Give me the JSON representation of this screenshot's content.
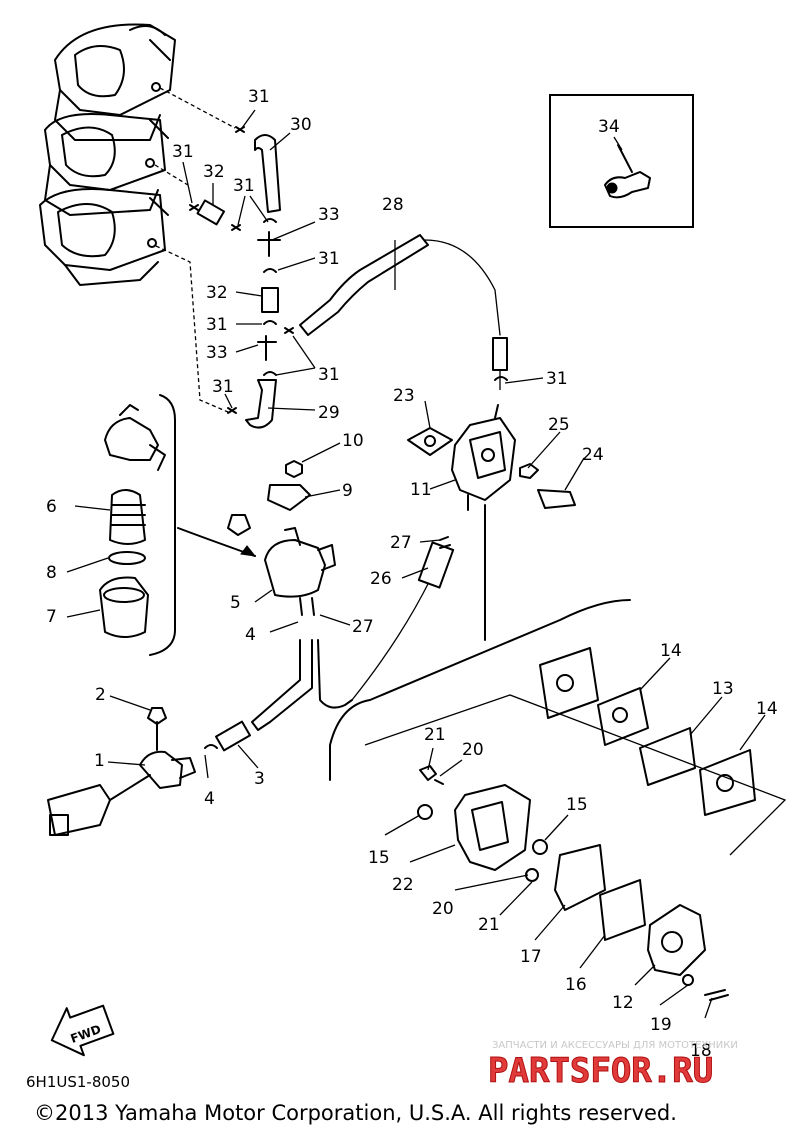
{
  "diagram": {
    "part_code": "6H1US1-8050",
    "copyright": "©2013 Yamaha Motor Corporation, U.S.A. All rights reserved.",
    "fwd_label": "FWD",
    "watermark": {
      "tagline": "ЗАПЧАСТИ И АКСЕССУАРЫ ДЛЯ МОТОТЕХНИКИ",
      "brand": "PARTSFOR.RU"
    },
    "callouts": {
      "c1": "1",
      "c2": "2",
      "c3": "3",
      "c4a": "4",
      "c4b": "4",
      "c5": "5",
      "c6": "6",
      "c7": "7",
      "c8": "8",
      "c9": "9",
      "c10": "10",
      "c11a": "11",
      "c12": "12",
      "c13": "13",
      "c14a": "14",
      "c14b": "14",
      "c15a": "15",
      "c15b": "15",
      "c16": "16",
      "c17": "17",
      "c18": "18",
      "c19": "19",
      "c20a": "20",
      "c20b": "20",
      "c21a": "21",
      "c21b": "21",
      "c22": "22",
      "c23": "23",
      "c24": "24",
      "c25": "25",
      "c26": "26",
      "c27a": "27",
      "c27b": "27",
      "c28": "28",
      "c29": "29",
      "c30": "30",
      "c31a": "31",
      "c31b": "31",
      "c31c": "31",
      "c31d": "31",
      "c31e": "31",
      "c31f": "31",
      "c31g": "31",
      "c32a": "32",
      "c32b": "32",
      "c33a": "33",
      "c33b": "33",
      "c34": "34"
    }
  }
}
